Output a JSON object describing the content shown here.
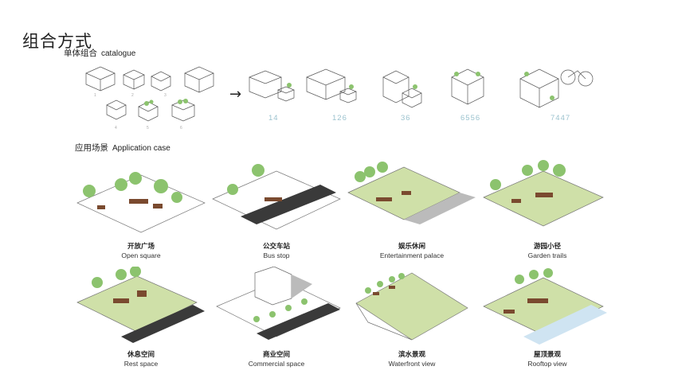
{
  "title": "组合方式",
  "catalogue": {
    "zh": "单体组合",
    "en": "catalogue"
  },
  "application": {
    "zh": "应用场景",
    "en": "Application case"
  },
  "small_labels": [
    "1",
    "2",
    "3",
    "4",
    "5",
    "6"
  ],
  "arrow": "→",
  "combos": [
    "14",
    "126",
    "36",
    "6556",
    "7447"
  ],
  "cases": [
    {
      "zh": "开放广场",
      "en": "Open square"
    },
    {
      "zh": "公交车站",
      "en": "Bus stop"
    },
    {
      "zh": "娱乐休闲",
      "en": "Entertainment palace"
    },
    {
      "zh": "游园小径",
      "en": "Garden trails"
    },
    {
      "zh": "休息空间",
      "en": "Rest space"
    },
    {
      "zh": "商业空间",
      "en": "Commercial space"
    },
    {
      "zh": "滨水景观",
      "en": "Waterfront view"
    },
    {
      "zh": "屋顶景观",
      "en": "Rooftop view"
    }
  ],
  "colors": {
    "green": "#cfe0a8",
    "tree": "#8cc36e",
    "furniture": "#7a4a2f",
    "road": "#3a3a3a",
    "water": "#cfe4f2",
    "combo_text": "#9cc3cf"
  }
}
